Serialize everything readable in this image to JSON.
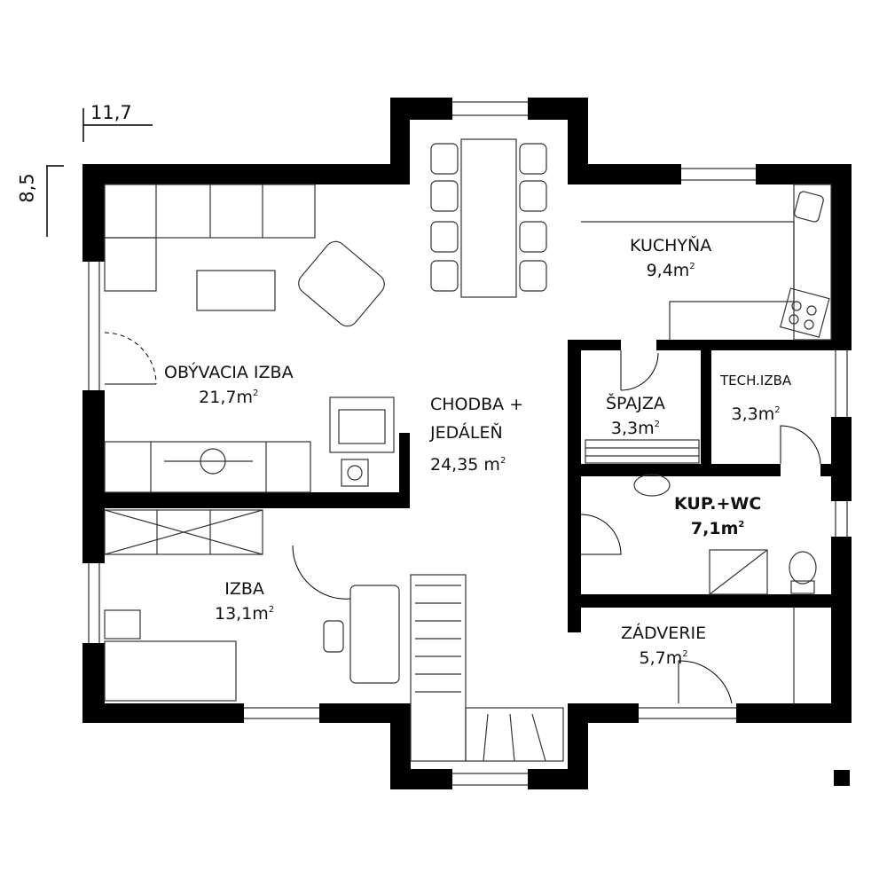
{
  "dimensions": {
    "width_label": "11,7",
    "height_label": "8,5"
  },
  "rooms": [
    {
      "name": "OBÝVACIA IZBA",
      "area": "21,7m",
      "sup": "2"
    },
    {
      "name": "KUCHYŇA",
      "area": "9,4m",
      "sup": "2"
    },
    {
      "name": "CHODBA +",
      "name2": "JEDÁLEŇ",
      "area": "24,35 m",
      "sup": "2"
    },
    {
      "name": "ŠPAJZA",
      "area": "3,3m",
      "sup": "2"
    },
    {
      "name": "TECH.IZBA",
      "area": "3,3m",
      "sup": "2"
    },
    {
      "name": "KUP.+WC",
      "area": "7,1m",
      "sup": "2"
    },
    {
      "name": "IZBA",
      "area": "13,1m",
      "sup": "2"
    },
    {
      "name": "ZÁDVERIE",
      "area": "5,7m",
      "sup": "2"
    }
  ]
}
